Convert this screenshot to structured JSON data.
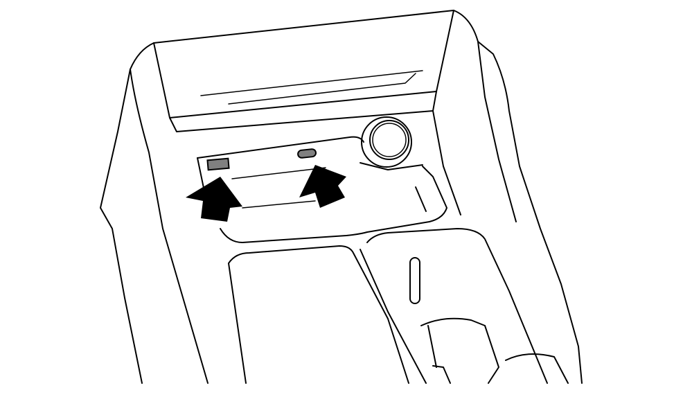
{
  "colors": {
    "line": "#000000",
    "background": "#ffffff",
    "port_fill": "#808080",
    "arrow": "#000000"
  },
  "icons": [
    "usb-a-port",
    "usb-c-port",
    "arrow-up-left",
    "arrow-up-right",
    "power-outlet-knob"
  ]
}
